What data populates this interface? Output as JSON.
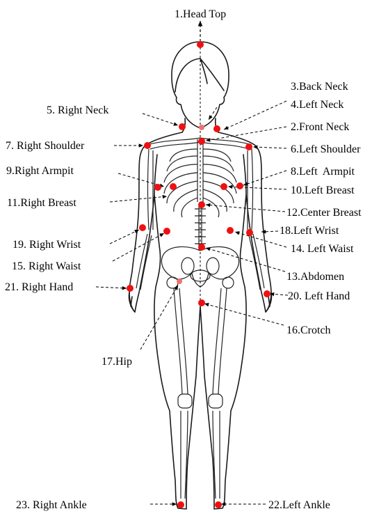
{
  "figure": {
    "marker_color": "#ee1111",
    "line_color": "#000000"
  },
  "labels": [
    {
      "id": "p1",
      "text": "1.Head Top"
    },
    {
      "id": "p2",
      "text": "2.Front Neck"
    },
    {
      "id": "p3",
      "text": "3.Back Neck"
    },
    {
      "id": "p4",
      "text": "4.Left Neck"
    },
    {
      "id": "p5",
      "text": "5. Right Neck"
    },
    {
      "id": "p6",
      "text": "6.Left Shoulder"
    },
    {
      "id": "p7",
      "text": "7. Right Shoulder"
    },
    {
      "id": "p8",
      "text": "8.Left  Armpit"
    },
    {
      "id": "p9",
      "text": "9.Right Armpit"
    },
    {
      "id": "p10",
      "text": "10.Left Breast"
    },
    {
      "id": "p11",
      "text": "11.Right Breast"
    },
    {
      "id": "p12",
      "text": "12.Center Breast"
    },
    {
      "id": "p13",
      "text": "13.Abdomen"
    },
    {
      "id": "p14",
      "text": "14. Left Waist"
    },
    {
      "id": "p15",
      "text": "15. Right Waist"
    },
    {
      "id": "p16",
      "text": "16.Crotch"
    },
    {
      "id": "p17",
      "text": "17.Hip"
    },
    {
      "id": "p18",
      "text": "18.Left Wrist"
    },
    {
      "id": "p19",
      "text": "19. Right Wrist"
    },
    {
      "id": "p20",
      "text": "20. Left Hand"
    },
    {
      "id": "p21",
      "text": "21. Right Hand"
    },
    {
      "id": "p22",
      "text": "22.Left Ankle"
    },
    {
      "id": "p23",
      "text": "23. Right Ankle"
    }
  ]
}
